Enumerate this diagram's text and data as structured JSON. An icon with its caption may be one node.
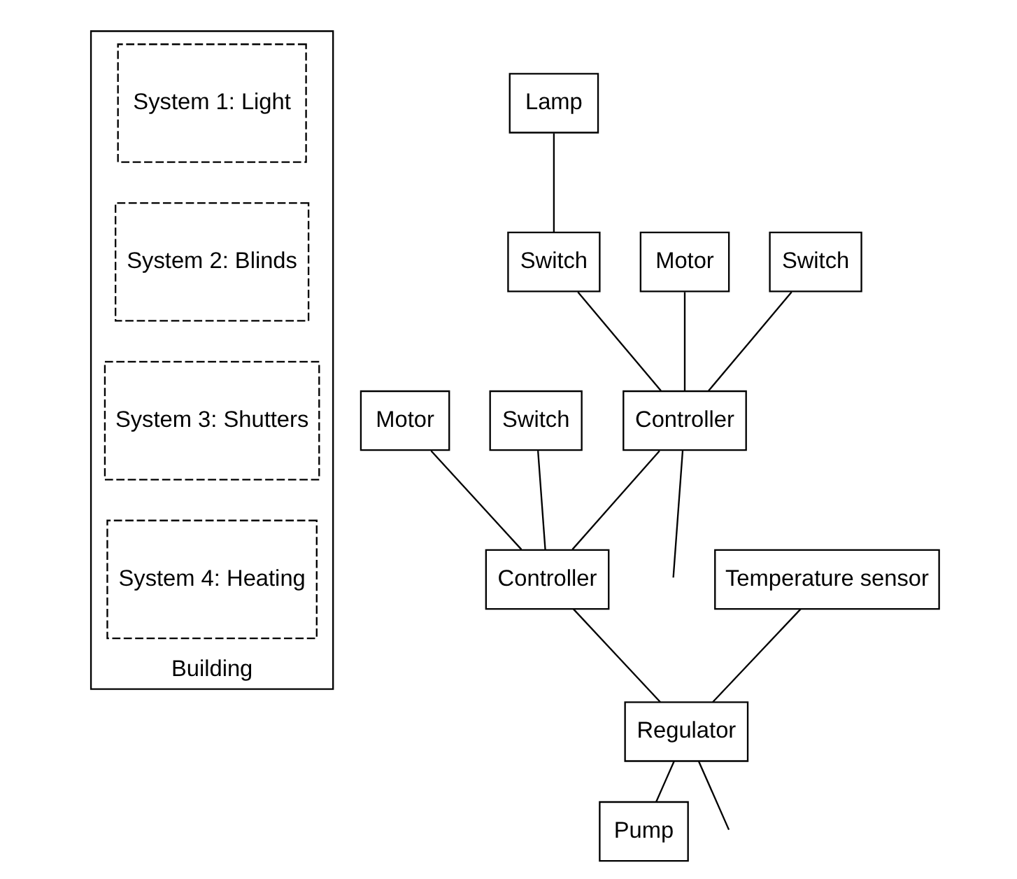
{
  "diagram": {
    "nodes": [
      {
        "text": [
          "Building"
        ]
      },
      {
        "text": [
          "System 1: Light"
        ],
        "in": 0
      },
      {
        "text": [
          "System 2: Blinds"
        ],
        "in": 0
      },
      {
        "text": [
          "System 3: Shutters"
        ],
        "in": 0
      },
      {
        "text": [
          "System 4: Heating"
        ],
        "in": 0
      },
      {
        "text": [
          "Lamp"
        ]
      },
      {
        "text": [
          "Switch"
        ]
      },
      {
        "text": [
          "Motor"
        ]
      },
      {
        "text": [
          "Controller"
        ]
      },
      {
        "text": [
          "Switch"
        ]
      },
      {
        "text": [
          "Motor"
        ]
      },
      {
        "text": [
          "Controller"
        ]
      },
      {
        "text": [
          "Switch"
        ]
      },
      {
        "text": [
          "Temperature sensor"
        ]
      },
      {
        "text": [
          "Regulator"
        ]
      },
      {
        "text": [
          "Pump"
        ]
      }
    ],
    "edges": [
      {
        "from": 5,
        "to": 6,
        "arrow": "none"
      },
      {
        "from": 6,
        "to": 8,
        "arrow": "none"
      },
      {
        "from": 7,
        "to": 8,
        "arrow": "none"
      },
      {
        "from": 9,
        "to": 8,
        "arrow": "none"
      },
      {
        "from": 8,
        "to": null,
        "arrow": "none"
      },
      {
        "from": 8,
        "to": 11,
        "arrow": "none"
      },
      {
        "from": 10,
        "to": 11,
        "arrow": "none"
      },
      {
        "from": 12,
        "to": 11,
        "arrow": "none"
      },
      {
        "from": 11,
        "to": 14,
        "arrow": "none"
      },
      {
        "from": 13,
        "to": 14,
        "arrow": "none"
      },
      {
        "from": 14,
        "to": 15,
        "arrow": "none"
      },
      {
        "from": 14,
        "to": null,
        "arrow": "none"
      }
    ]
  }
}
